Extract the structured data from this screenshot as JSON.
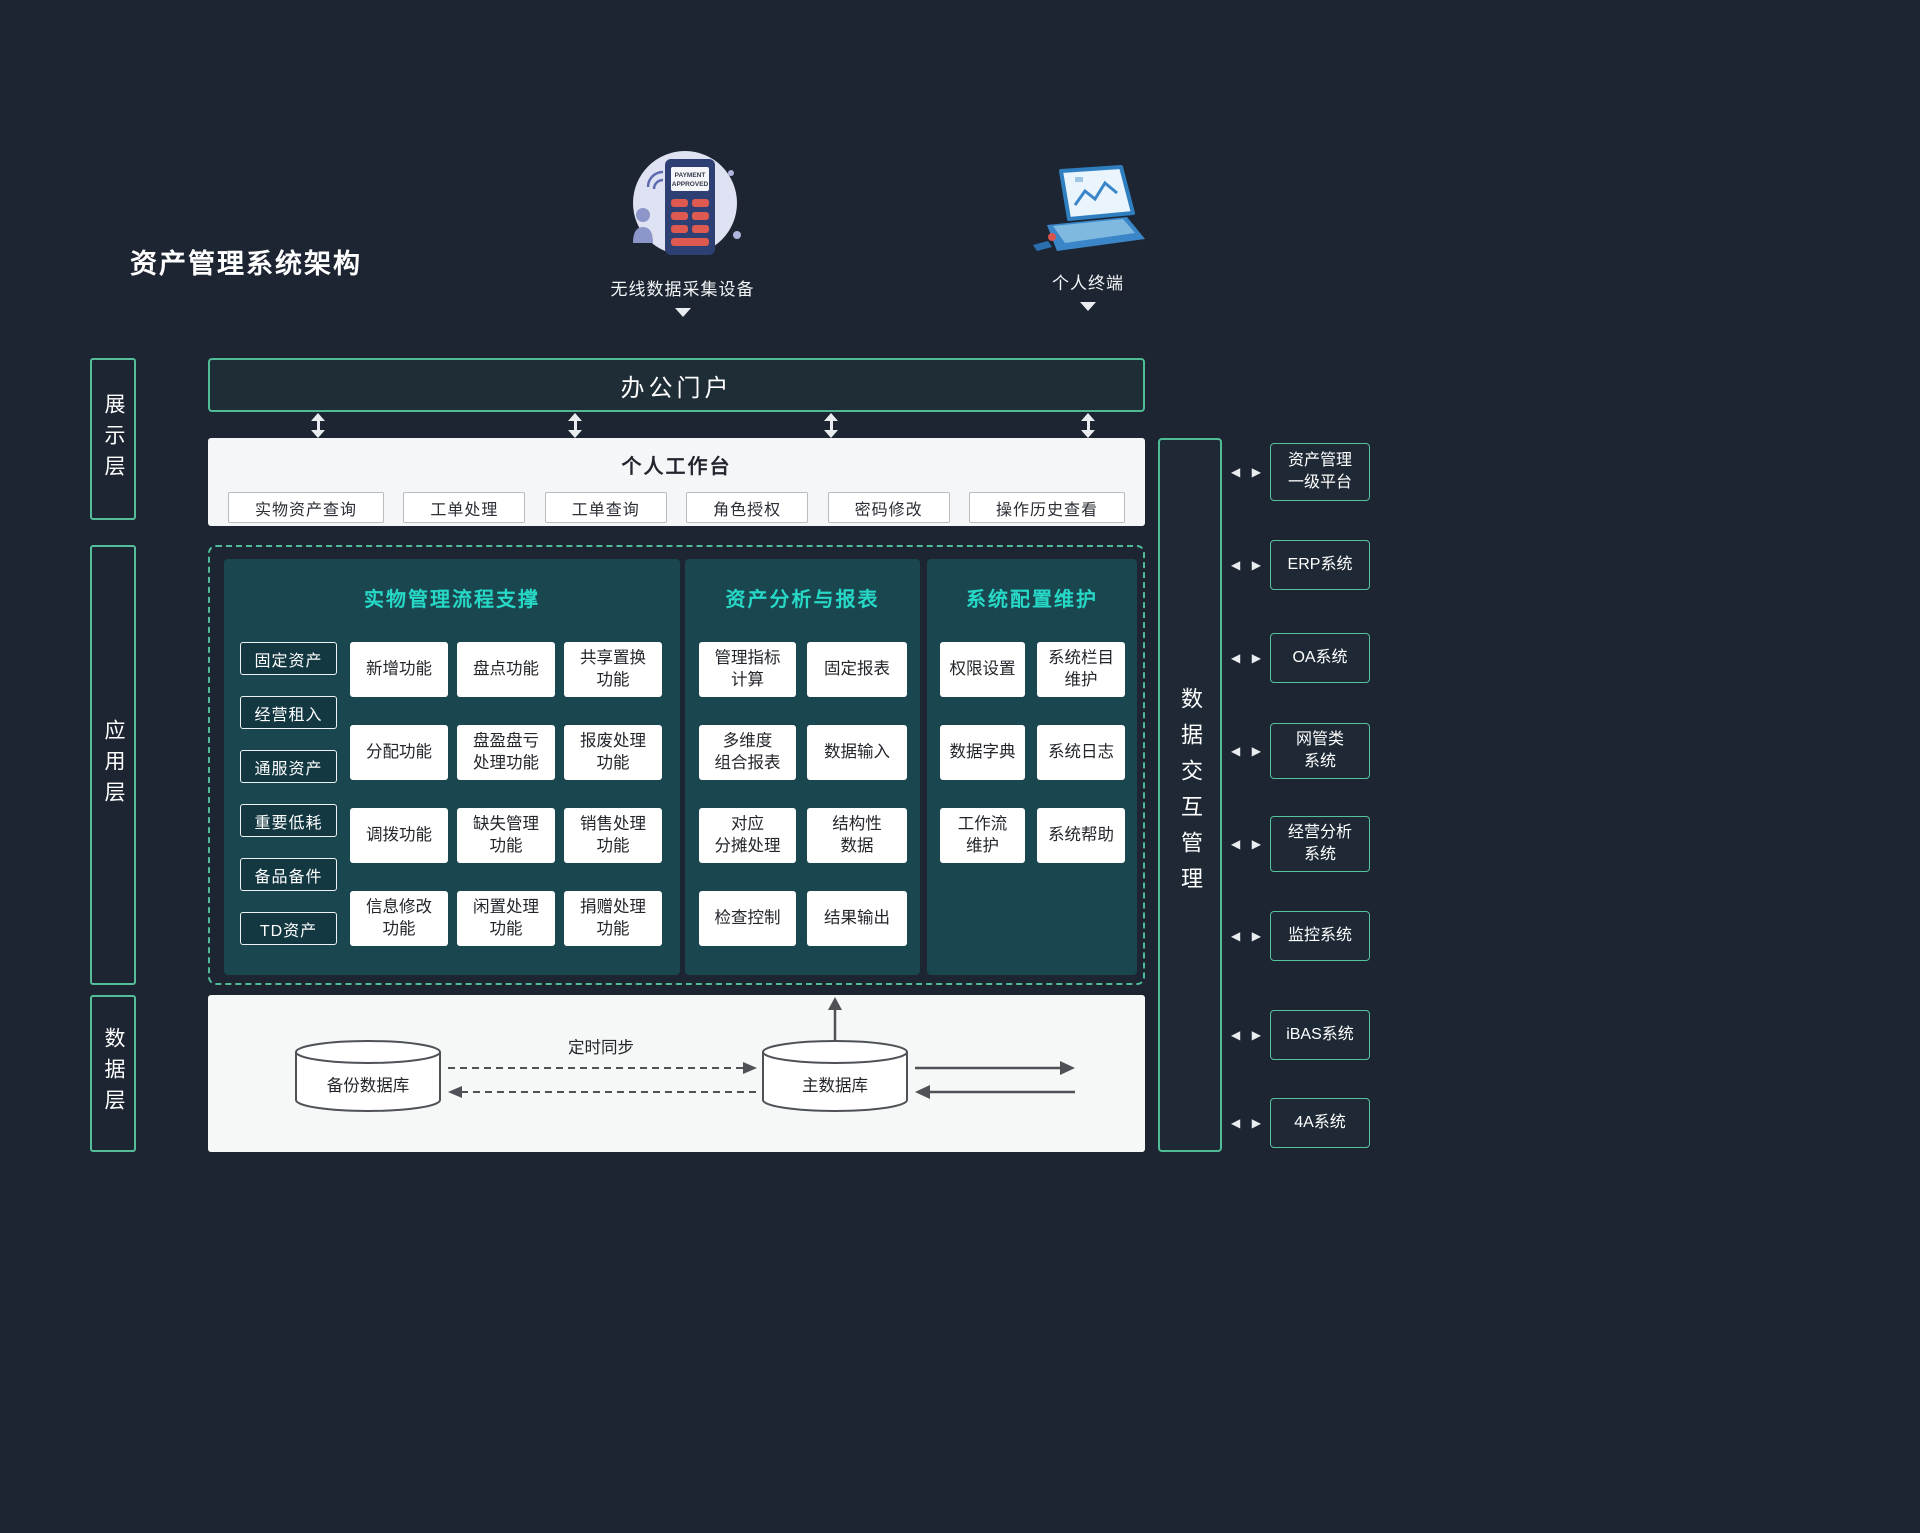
{
  "title": "资产管理系统架构",
  "icons": {
    "exchange_left": "◀",
    "exchange_right": "▶"
  },
  "top_devices": [
    {
      "label": "无线数据采集设备",
      "screen_line1": "PAYMENT",
      "screen_line2": "APPROVED"
    },
    {
      "label": "个人终端"
    }
  ],
  "layers": [
    {
      "label": "展示层"
    },
    {
      "label": "应用层"
    },
    {
      "label": "数据层"
    }
  ],
  "portal": {
    "label": "办公门户"
  },
  "workbench": {
    "title": "个人工作台",
    "items": [
      "实物资产查询",
      "工单处理",
      "工单查询",
      "角色授权",
      "密码修改",
      "操作历史查看"
    ]
  },
  "app_panels": [
    {
      "title": "实物管理流程支撑",
      "categories": [
        "固定资产",
        "经营租入",
        "通服资产",
        "重要低耗",
        "备品备件",
        "TD资产"
      ],
      "functions": [
        "新增功能",
        "盘点功能",
        "共享置换\n功能",
        "分配功能",
        "盘盈盘亏\n处理功能",
        "报废处理\n功能",
        "调拨功能",
        "缺失管理\n功能",
        "销售处理\n功能",
        "信息修改\n功能",
        "闲置处理\n功能",
        "捐赠处理\n功能"
      ]
    },
    {
      "title": "资产分析与报表",
      "functions": [
        "管理指标\n计算",
        "固定报表",
        "多维度\n组合报表",
        "数据输入",
        "对应\n分摊处理",
        "结构性\n数据",
        "检查控制",
        "结果输出"
      ]
    },
    {
      "title": "系统配置维护",
      "functions": [
        "权限设置",
        "系统栏目\n维护",
        "数据字典",
        "系统日志",
        "工作流\n维护",
        "系统帮助"
      ]
    }
  ],
  "data_layer": {
    "backup_db": "备份数据库",
    "main_db": "主数据库",
    "sync_label": "定时同步"
  },
  "exchange_bar": {
    "label": "数据交互管理"
  },
  "external_systems": [
    "资产管理\n一级平台",
    "ERP系统",
    "OA系统",
    "网管类\n系统",
    "经营分析\n系统",
    "监控系统",
    "iBAS系统",
    "4A系统"
  ],
  "colors": {
    "background": "#1d2532",
    "accent_green": "#4fbc97",
    "accent_cyan": "#27d8c6",
    "panel_teal": "#1a4650"
  }
}
